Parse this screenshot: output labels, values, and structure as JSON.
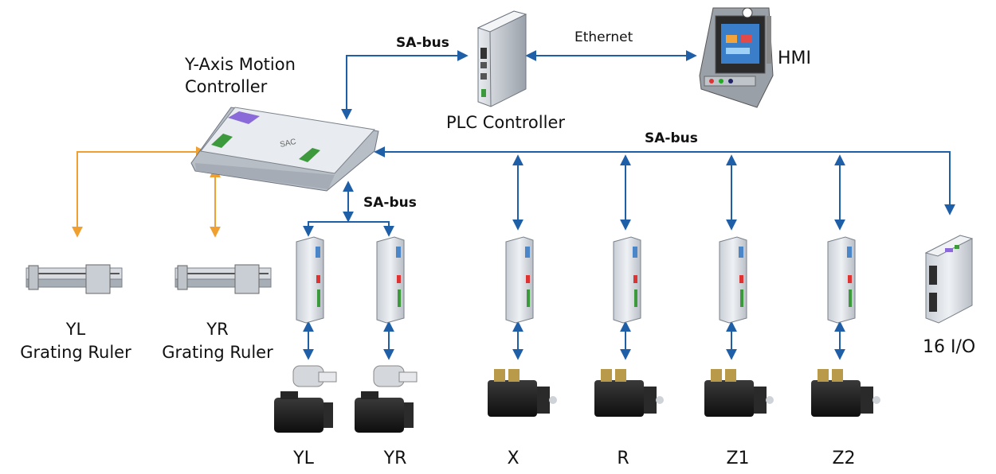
{
  "colors": {
    "bus_line": "#1f5fa8",
    "grating_line": "#f0a030",
    "device_body": "#dfe3e8",
    "motor_body": "#1a1a1a"
  },
  "labels": {
    "plc_controller": "PLC Controller",
    "hmi": "HMI",
    "y_axis_controller_line1": "Y-Axis Motion",
    "y_axis_controller_line2": "Controller",
    "ethernet": "Ethernet",
    "sa_bus_top": "SA-bus",
    "sa_bus_main": "SA-bus",
    "sa_bus_y": "SA-bus",
    "io_module": "16 I/O"
  },
  "grating_rulers": [
    {
      "name": "YL",
      "desc": "Grating Ruler"
    },
    {
      "name": "YR",
      "desc": "Grating Ruler"
    }
  ],
  "axes": [
    "YL",
    "YR",
    "X",
    "R",
    "Z1",
    "Z2"
  ]
}
